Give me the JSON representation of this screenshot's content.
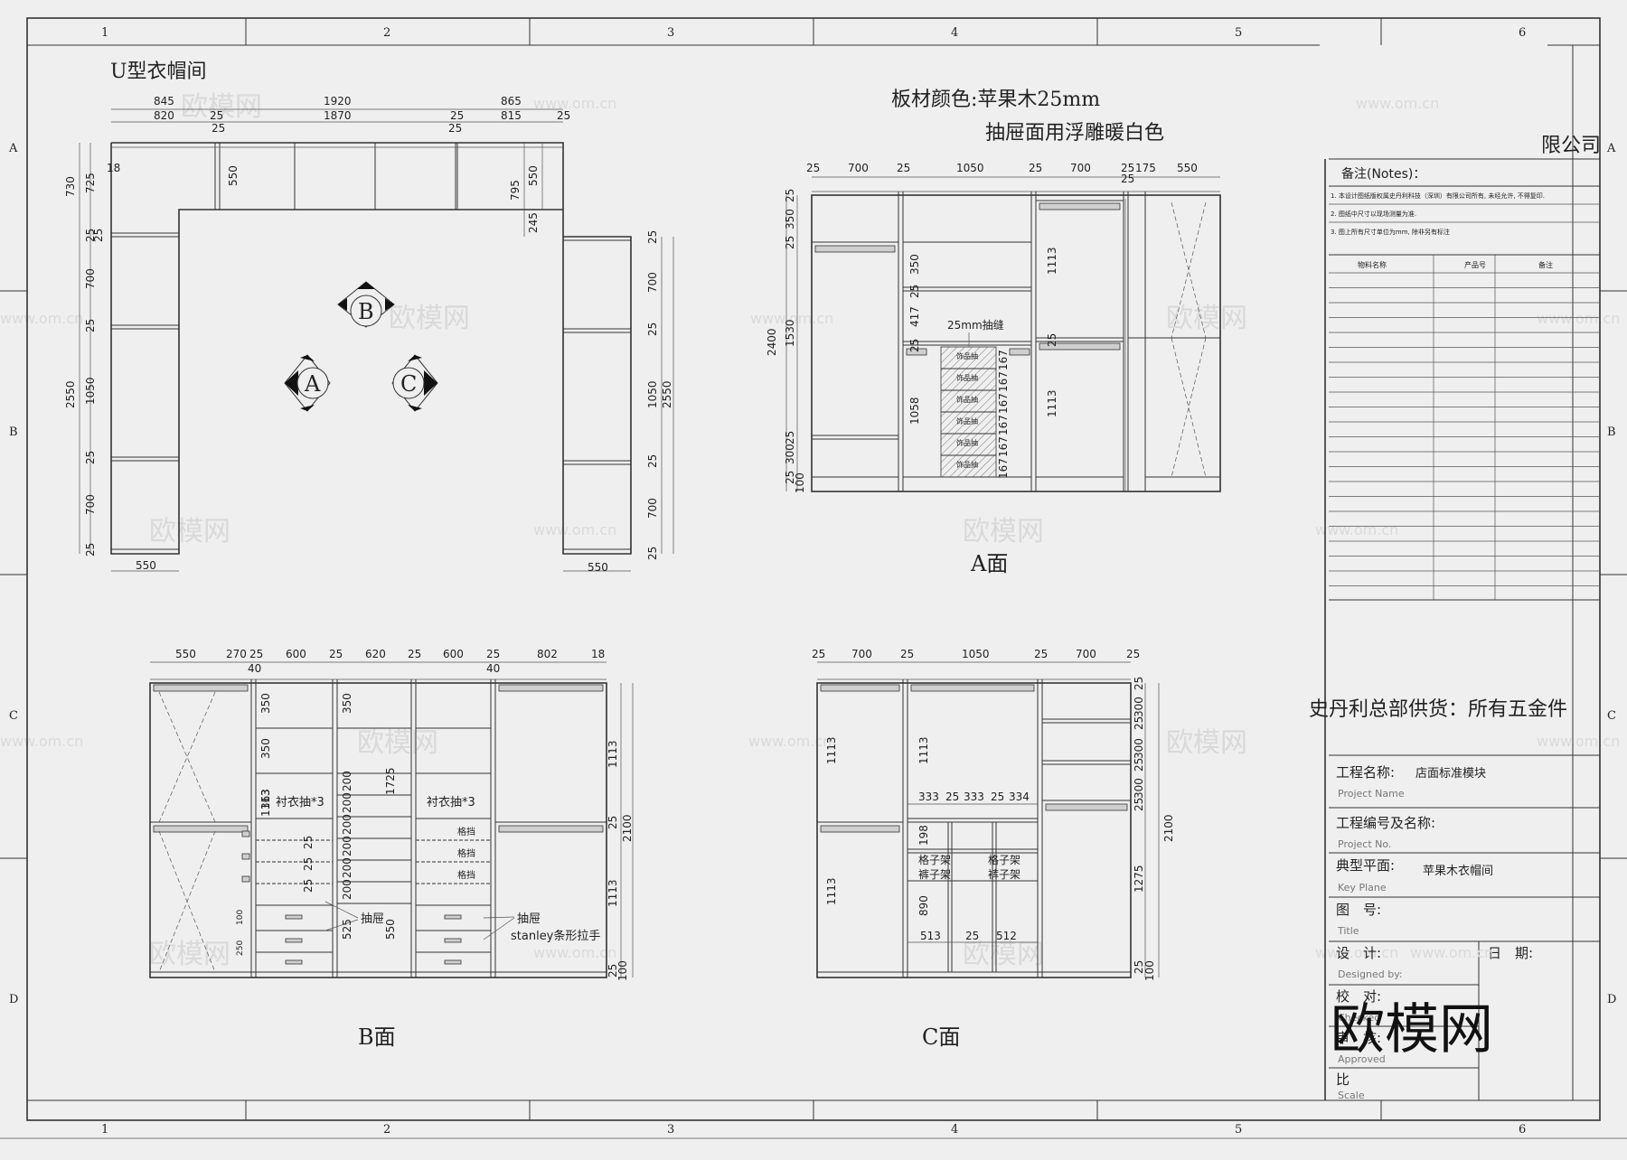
{
  "grid": {
    "cols": [
      "1",
      "2",
      "3",
      "4",
      "5",
      "6"
    ],
    "rows": [
      "A",
      "B",
      "C",
      "D"
    ]
  },
  "plan": {
    "title": "U型衣帽间",
    "top_dims_row1": [
      "845",
      "1920",
      "865"
    ],
    "top_dims_row2": [
      "820",
      "25",
      "1870",
      "25",
      "815",
      "25"
    ],
    "small_25": [
      "25",
      "25"
    ],
    "left_dims": [
      "730",
      "725",
      "18",
      "25",
      "25",
      "700",
      "25",
      "1050",
      "25",
      "700",
      "25"
    ],
    "total_left": "2550",
    "right_dims": [
      "25",
      "700",
      "25",
      "1050",
      "25",
      "700",
      "25"
    ],
    "total_right": "2550",
    "inner_dims": [
      "550",
      "795",
      "550",
      "245"
    ],
    "bottom_left": "550",
    "bottom_right": "550",
    "markers": [
      "B",
      "A",
      "C"
    ]
  },
  "material": {
    "line1": "板材颜色:苹果木25mm",
    "line2": "抽屉面用浮雕暖白色"
  },
  "elev_a": {
    "label": "A面",
    "top_dims": [
      "25",
      "700",
      "25",
      "1050",
      "25",
      "700",
      "25",
      "175",
      "550",
      "25"
    ],
    "left_dims": [
      "25",
      "350",
      "25",
      "1530",
      "25",
      "300",
      "25",
      "100"
    ],
    "total": "2400",
    "inner_dims": [
      "350",
      "25",
      "417",
      "25",
      "1058",
      "1113",
      "25",
      "1113"
    ],
    "drawer_dims": [
      "167",
      "167",
      "167",
      "167",
      "167",
      "167"
    ],
    "note": "25mm抽缝",
    "drawer_label": "饰品抽"
  },
  "elev_b": {
    "label": "B面",
    "top_dims": [
      "550",
      "270",
      "25",
      "600",
      "25",
      "620",
      "25",
      "600",
      "25",
      "802",
      "18",
      "40",
      "40"
    ],
    "left_dims": [
      "1113",
      "363",
      "100",
      "250"
    ],
    "inner_dims": [
      "350",
      "350",
      "350",
      "200",
      "200",
      "200",
      "200",
      "200",
      "200",
      "25",
      "25",
      "25",
      "1725",
      "525",
      "550",
      "1113",
      "25",
      "1113",
      "25",
      "100"
    ],
    "total": "2100",
    "shirt_drawer_1": "衬衣抽*3",
    "shirt_drawer_2": "衬衣抽*3",
    "divider_labels": [
      "格挡",
      "格挡",
      "格挡"
    ],
    "drawer_note": "抽屉",
    "drawer_note_2": "抽屉",
    "handle_note": "stanley条形拉手"
  },
  "elev_c": {
    "label": "C面",
    "top_dims": [
      "25",
      "700",
      "25",
      "1050",
      "25",
      "700",
      "25"
    ],
    "mid_dims": [
      "333",
      "25",
      "333",
      "25",
      "334"
    ],
    "left_dims": [
      "1113",
      "1113"
    ],
    "inner_dims": [
      "1113",
      "198",
      "890",
      "513",
      "25",
      "512"
    ],
    "right_dims": [
      "25",
      "300",
      "25",
      "300",
      "25",
      "300",
      "25",
      "1275",
      "25",
      "100"
    ],
    "total": "2100",
    "rack_1": "格子架",
    "rack_2": "格子架",
    "pants_1": "裤子架",
    "pants_2": "裤子架"
  },
  "title_block": {
    "company": "限公司",
    "notes_title": "备注(Notes)：",
    "note_1": "1. 本设计图纸版权属史丹利科技（深圳）有限公司所有, 未经允许, 不得复印.",
    "note_2": "2. 图纸中尺寸以现场测量为准.",
    "note_3": "3. 图上所有尺寸单位为mm, 除非另有标注",
    "table_headers": [
      "物料名称",
      "产品号",
      "备注"
    ],
    "supply": "史丹利总部供货：所有五金件",
    "project_name_label": "工程名称:",
    "project_name_en": "Project Name",
    "project_name_value": "店面标准模块",
    "project_no_label": "工程编号及名称:",
    "project_no_en": "Project No.",
    "key_plane_label": "典型平面:",
    "key_plane_en": "Key Plane",
    "key_plane_value": "苹果木衣帽间",
    "title_label": "图　号:",
    "title_en": "Title",
    "designer_label": "设　计:",
    "designer_en": "Designed by:",
    "date_label": "日　期:",
    "checked_label": "校　对:",
    "checked_en": "Checked",
    "approved_label": "审　核:",
    "approved_en": "Approved",
    "scale_label": "比",
    "scale_en": "Scale"
  },
  "watermark": {
    "logo": "欧模网",
    "url": "www.om.cn"
  }
}
